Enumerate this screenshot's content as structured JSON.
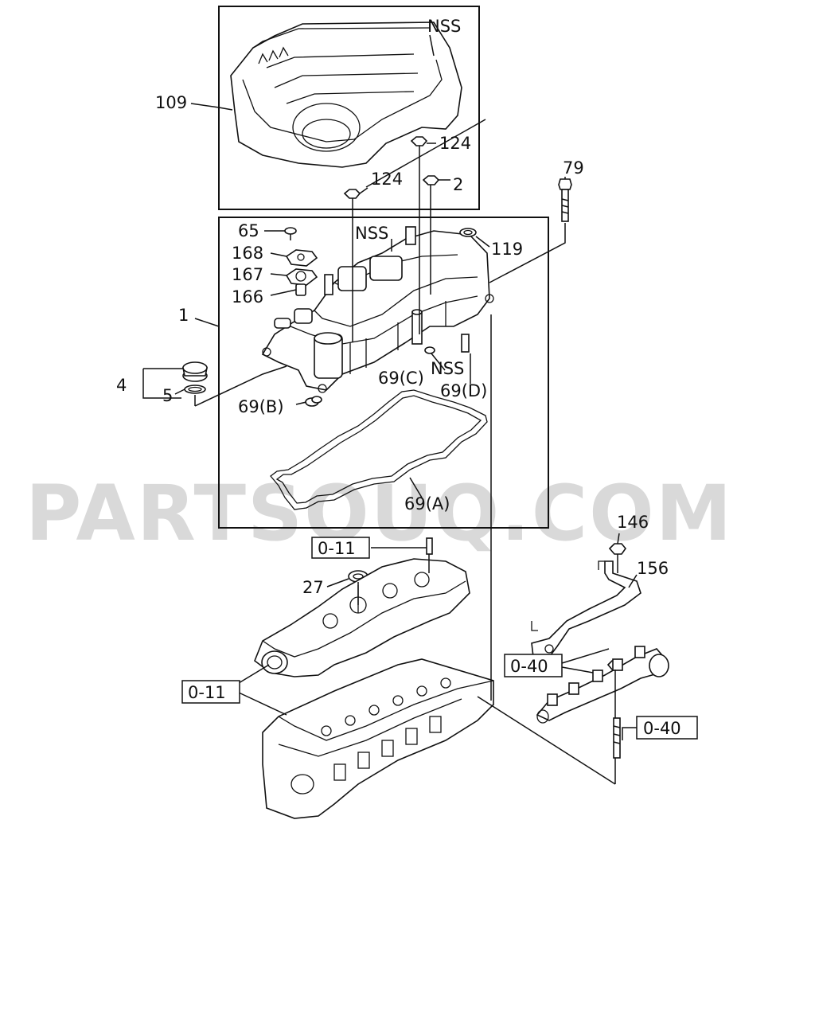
{
  "watermark": "PARTSOUQ.COM",
  "labels": {
    "nss_top": "NSS",
    "l109": "109",
    "l124a": "124",
    "l124b": "124",
    "l2": "2",
    "l79": "79",
    "l65": "65",
    "nss_mid": "NSS",
    "l119": "119",
    "l168": "168",
    "l167": "167",
    "l166": "166",
    "l1": "1",
    "l4": "4",
    "l5": "5",
    "l69c": "69(C)",
    "nss_low": "NSS",
    "l69d": "69(D)",
    "l69b": "69(B)",
    "l69a": "69(A)",
    "l146": "146",
    "l156": "156",
    "l27": "27"
  },
  "refs": {
    "r011a": "0-11",
    "r011b": "0-11",
    "r040a": "0-40",
    "r040b": "0-40"
  }
}
